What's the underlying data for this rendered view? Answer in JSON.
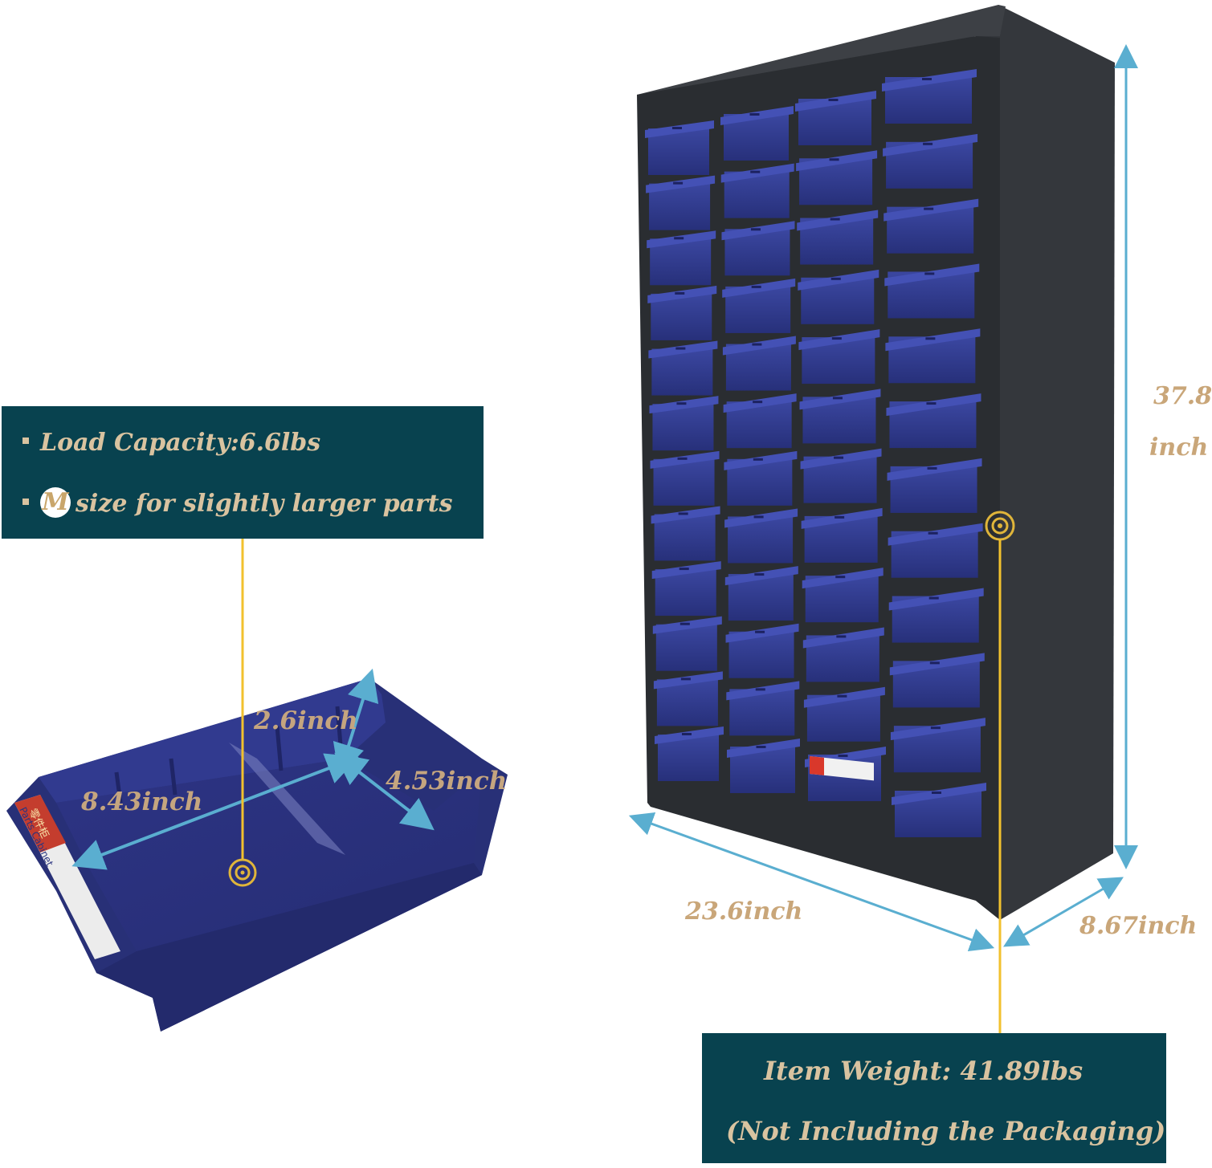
{
  "panels": {
    "left": {
      "line1": "Load Capacity:6.6lbs",
      "line2_badge": "M",
      "line2_text": "size for slightly larger parts"
    },
    "right": {
      "line1": "Item Weight: 41.89lbs",
      "line2": "(Not Including the Packaging)"
    }
  },
  "drawer_dimensions": {
    "height": "2.6inch",
    "length": "8.43inch",
    "width": "4.53inch"
  },
  "drawer_label": {
    "chinese": "零件柜",
    "english": "Parts Cabinet"
  },
  "cabinet_dimensions": {
    "height_value": "37.8",
    "height_unit": "inch",
    "width": "23.6inch",
    "depth": "8.67inch"
  },
  "colors": {
    "panel_bg": "#08424f",
    "panel_text": "#d9c3a0",
    "dimension_text": "#c9a679",
    "arrow": "#5aaed0",
    "leader": "#f2c12e",
    "drawer_blue": "#2f3a8c",
    "cabinet_body": "#2e3135"
  }
}
